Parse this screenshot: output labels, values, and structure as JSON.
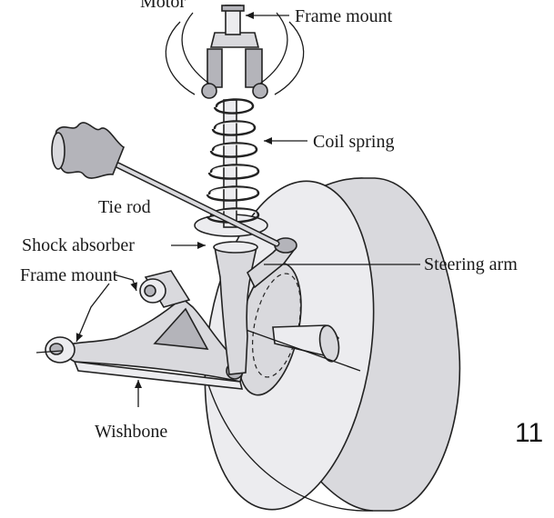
{
  "labels": {
    "frame_mount_top": "Frame mount",
    "coil_spring": "Coil spring",
    "tie_rod": "Tie rod",
    "shock_absorber": "Shock absorber",
    "steering_arm": "Steering arm",
    "frame_mount_left": "Frame mount",
    "wishbone": "Wishbone",
    "motor_partial": "Motor"
  },
  "page_number": "11"
}
